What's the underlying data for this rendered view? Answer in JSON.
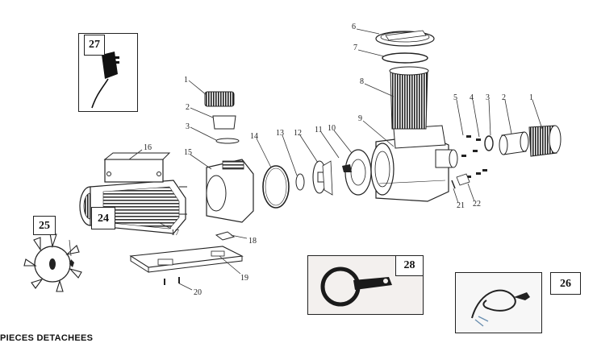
{
  "footer": {
    "title": "PIECES DETACHEES"
  },
  "callouts": {
    "c27": "27",
    "c25": "25",
    "c24": "24",
    "c28": "28",
    "c26": "26"
  },
  "labels": {
    "l1a": "1",
    "l2a": "2",
    "l3a": "3",
    "l14": "14",
    "l13": "13",
    "l12": "12",
    "l11": "11",
    "l10": "10",
    "l9": "9",
    "l8": "8",
    "l7": "7",
    "l6": "6",
    "l5": "5",
    "l4": "4",
    "l3b": "3",
    "l2b": "2",
    "l1b": "1",
    "l16": "16",
    "l15": "15",
    "l17": "17",
    "l18": "18",
    "l19": "19",
    "l20": "20",
    "l21": "21",
    "l22": "22"
  }
}
